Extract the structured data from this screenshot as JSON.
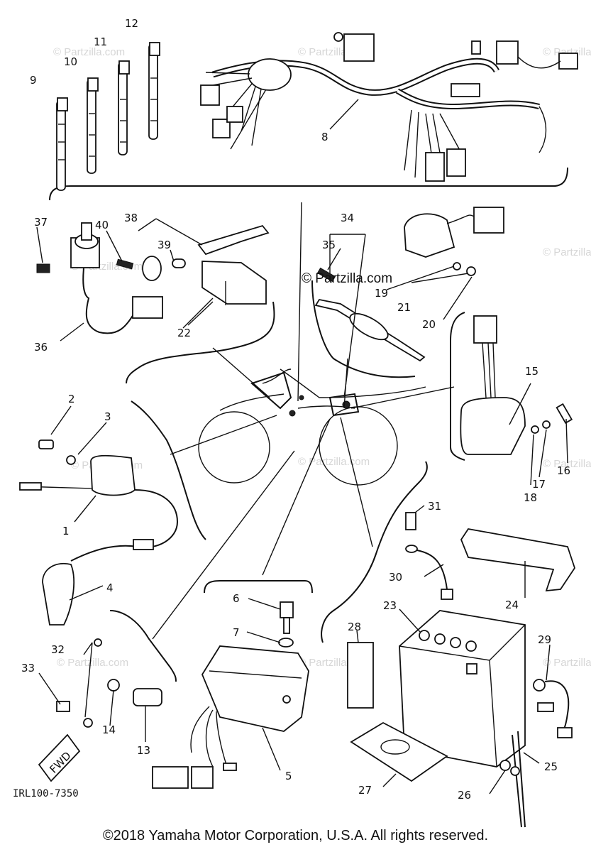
{
  "diagram": {
    "callouts": [
      "1",
      "2",
      "3",
      "4",
      "5",
      "6",
      "7",
      "8",
      "9",
      "10",
      "11",
      "12",
      "13",
      "14",
      "15",
      "16",
      "17",
      "18",
      "19",
      "20",
      "21",
      "22",
      "23",
      "24",
      "25",
      "26",
      "27",
      "28",
      "29",
      "30",
      "31",
      "32",
      "33",
      "34",
      "35",
      "36",
      "37",
      "38",
      "39",
      "40"
    ],
    "diagram_code": "IRL100-7350",
    "fwd_label": "FWD",
    "watermark_main": "© Partzilla.com",
    "watermark_faint": "© Partzilla.com"
  },
  "footer": {
    "copyright": "©2018  Yamaha Motor Corporation, U.S.A. All rights reserved."
  }
}
